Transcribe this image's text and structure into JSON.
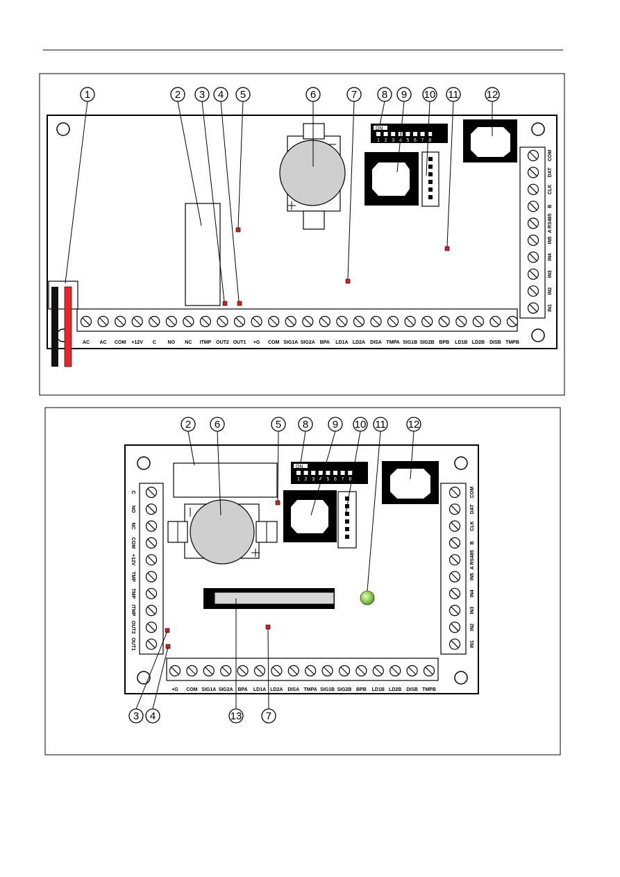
{
  "diagram1": {
    "callouts": [
      "1",
      "2",
      "3",
      "4",
      "5",
      "6",
      "7",
      "8",
      "9",
      "10",
      "11",
      "12"
    ],
    "bottom_terminals": [
      "AC",
      "AC",
      "COM",
      "+12V",
      "C",
      "NO",
      "NC",
      "ITMP",
      "OUT2",
      "OUT1",
      "+G",
      "COM",
      "SIG1A",
      "SIG2A",
      "BPA",
      "LD1A",
      "LD2A",
      "DISA",
      "TMPA",
      "SIG1B",
      "SIG2B",
      "BPB",
      "LD1B",
      "LD2B",
      "DISB",
      "TMPB"
    ],
    "right_terminals": [
      "COM",
      "DAT",
      "CLK",
      "B",
      "A RS485",
      "IN5",
      "IN4",
      "IN3",
      "IN2",
      "IN1"
    ],
    "dip_on": "ON",
    "dip_numbers": [
      "1",
      "2",
      "3",
      "4",
      "5",
      "6",
      "7",
      "8"
    ]
  },
  "diagram2": {
    "callouts_top": [
      "2",
      "6",
      "5",
      "8",
      "9",
      "10",
      "11",
      "12"
    ],
    "callouts_bottom": [
      "3",
      "4",
      "13",
      "7"
    ],
    "left_terminals": [
      "C",
      "NO",
      "NC",
      "COM",
      "+12V",
      "TMP",
      "TMP",
      "ITMP",
      "OUT2",
      "OUT1"
    ],
    "right_terminals": [
      "COM",
      "DAT",
      "CLK",
      "B",
      "A RS485",
      "IN5",
      "IN4",
      "IN3",
      "IN2",
      "IN1"
    ],
    "bottom_terminals": [
      "+G",
      "COM",
      "SIG1A",
      "SIG2A",
      "BPA",
      "LD1A",
      "LD2A",
      "DISA",
      "TMPA",
      "SIG1B",
      "SIG2B",
      "BPB",
      "LD1B",
      "LD2B",
      "DISB",
      "TMPB"
    ],
    "dip_on": "ON",
    "dip_numbers": [
      "1",
      "2",
      "3",
      "4",
      "5",
      "6",
      "7",
      "8"
    ]
  },
  "colors": {
    "led_red": "#d81e1e",
    "wire_red": "#e8232a",
    "wire_black": "#111111",
    "led_green": "#7cc82a",
    "battery": "#cfcfcf"
  }
}
